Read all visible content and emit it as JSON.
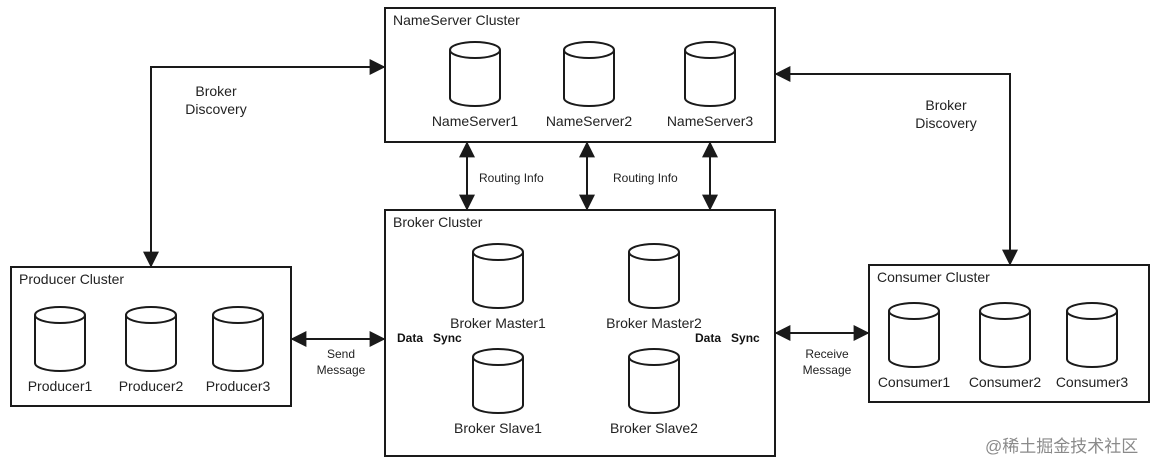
{
  "clusters": {
    "nameserver": {
      "title": "NameServer Cluster",
      "nodes": [
        "NameServer1",
        "NameServer2",
        "NameServer3"
      ]
    },
    "broker": {
      "title": "Broker Cluster",
      "nodes": [
        "Broker Master1",
        "Broker Slave1",
        "Broker Master2",
        "Broker Slave2"
      ]
    },
    "producer": {
      "title": "Producer Cluster",
      "nodes": [
        "Producer1",
        "Producer2",
        "Producer3"
      ]
    },
    "consumer": {
      "title": "Consumer Cluster",
      "nodes": [
        "Consumer1",
        "Consumer2",
        "Consumer3"
      ]
    }
  },
  "edges": {
    "broker_discovery": [
      "Broker",
      "Discovery"
    ],
    "routing_info": "Routing Info",
    "send_message": [
      "Send",
      "Message"
    ],
    "receive_message": [
      "Receive",
      "Message"
    ],
    "data_sync": [
      "Data",
      "Sync"
    ]
  },
  "watermark": "@稀土掘金技术社区",
  "colors": {
    "line": "#1a1a1a",
    "background": "#ffffff",
    "watermark": "#8a8a8a"
  }
}
